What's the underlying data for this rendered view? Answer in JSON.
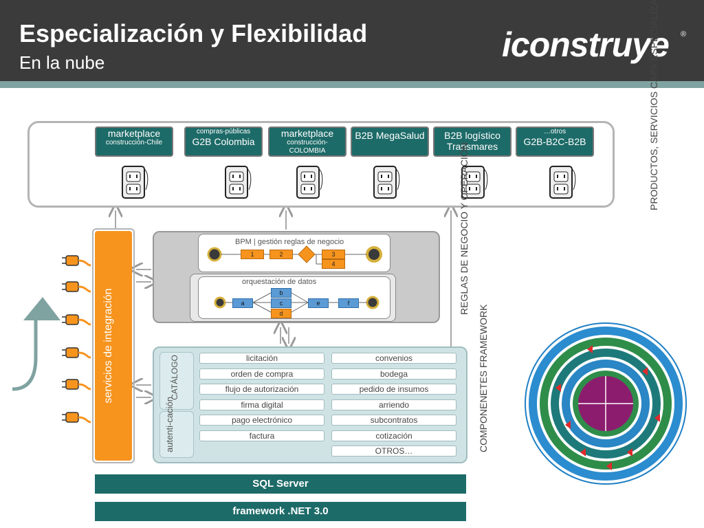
{
  "header": {
    "title": "Especialización y Flexibilidad",
    "subtitle": "En la  nube",
    "logo": "iconstruye",
    "logo_mark": "®"
  },
  "products": [
    {
      "small_top": "",
      "main": "marketplace",
      "small_bottom": "construcción-Chile"
    },
    {
      "small_top": "compras-públicas",
      "main": "G2B Colombia",
      "small_bottom": ""
    },
    {
      "small_top": "",
      "main": "marketplace",
      "small_bottom": "construcción-COLOMBIA"
    },
    {
      "small_top": "",
      "main": "B2B MegaSalud",
      "small_bottom": ""
    },
    {
      "small_top": "",
      "main": "B2B logístico Transmares",
      "small_bottom": ""
    },
    {
      "small_top": "…otros",
      "main": "G2B-B2C-B2B",
      "small_bottom": ""
    }
  ],
  "layers": {
    "products": "PRODUCTOS, SERVICIOS CAPA ESPECIALIZACION",
    "rules": "REGLAS DE NEGOCIO Y OPERACIÓN",
    "components": "COMPONENETES FRAMEWORK"
  },
  "integration": {
    "label": "servicios de integración"
  },
  "bpm": {
    "title": "BPM | gestión reglas de negocio",
    "steps": [
      "1",
      "2",
      "3",
      "4"
    ]
  },
  "orchestration": {
    "title": "orquestación de datos",
    "steps": [
      "a",
      "b",
      "c",
      "d",
      "e",
      "f"
    ]
  },
  "catalog": {
    "label": "CATÁLOGO"
  },
  "auth": {
    "label": "autenti-cación"
  },
  "components_left": [
    "licitación",
    "orden de compra",
    "flujo de autorización",
    "firma digital",
    "pago electrónico",
    "factura"
  ],
  "components_right": [
    "convenios",
    "bodega",
    "pedido de insumos",
    "arriendo",
    "subcontratos",
    "cotización",
    "OTROS…"
  ],
  "db": {
    "label": "SQL Server"
  },
  "framework": {
    "label": "framework .NET 3.0"
  },
  "colors": {
    "header_bg": "#3b3b3b",
    "teal": "#1d6b68",
    "orange": "#f7941e",
    "light_teal": "#cfe3e5",
    "grey_box": "#cacaca"
  },
  "icons": [
    "outlet-icon",
    "plug-icon",
    "up-arrow-icon",
    "service-wheel-icon"
  ]
}
